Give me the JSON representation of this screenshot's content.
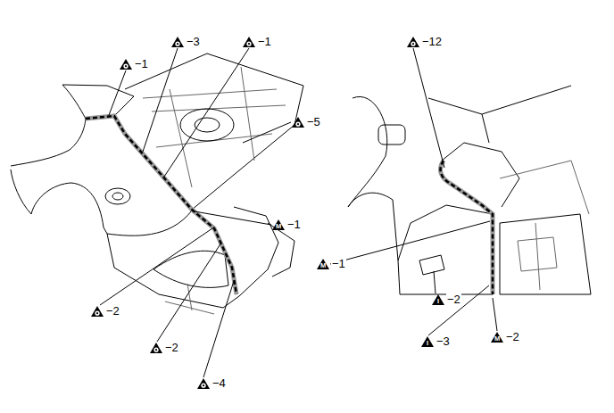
{
  "diagram": {
    "labels": [
      "−1",
      "−3",
      "−1",
      "−5",
      "M",
      "−1",
      "−2",
      "−2",
      "−4",
      "−12",
      "M",
      "−1",
      "I",
      "−2",
      "I",
      "−3",
      "M",
      "−2"
    ]
  }
}
